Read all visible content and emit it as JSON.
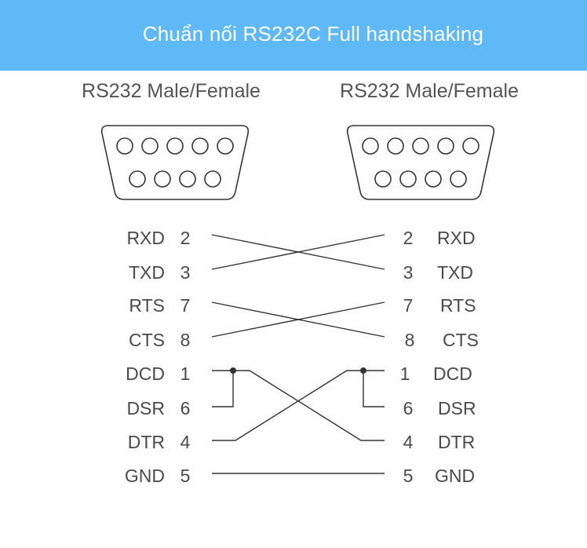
{
  "header": {
    "title": "Chuẩn nối RS232C Full handshaking"
  },
  "connectors": {
    "left_label": "RS232 Male/Female",
    "right_label": "RS232 Male/Female"
  },
  "left_pins": [
    {
      "signal": "RXD",
      "pin": "2"
    },
    {
      "signal": "TXD",
      "pin": "3"
    },
    {
      "signal": "RTS",
      "pin": "7"
    },
    {
      "signal": "CTS",
      "pin": "8"
    },
    {
      "signal": "DCD",
      "pin": "1"
    },
    {
      "signal": "DSR",
      "pin": "6"
    },
    {
      "signal": "DTR",
      "pin": "4"
    },
    {
      "signal": "GND",
      "pin": "5"
    }
  ],
  "right_pins": [
    {
      "pin": "2",
      "signal": "RXD"
    },
    {
      "pin": "3",
      "signal": "TXD"
    },
    {
      "pin": "7",
      "signal": "RTS"
    },
    {
      "pin": "8",
      "signal": "CTS"
    },
    {
      "pin": "1",
      "signal": "DCD"
    },
    {
      "pin": "6",
      "signal": "DSR"
    },
    {
      "pin": "4",
      "signal": "DTR"
    },
    {
      "pin": "5",
      "signal": "GND"
    }
  ],
  "colors": {
    "banner": "#5fb9f6",
    "banner_text": "#ffffff",
    "text": "#4a4a4a",
    "line": "#333333"
  }
}
